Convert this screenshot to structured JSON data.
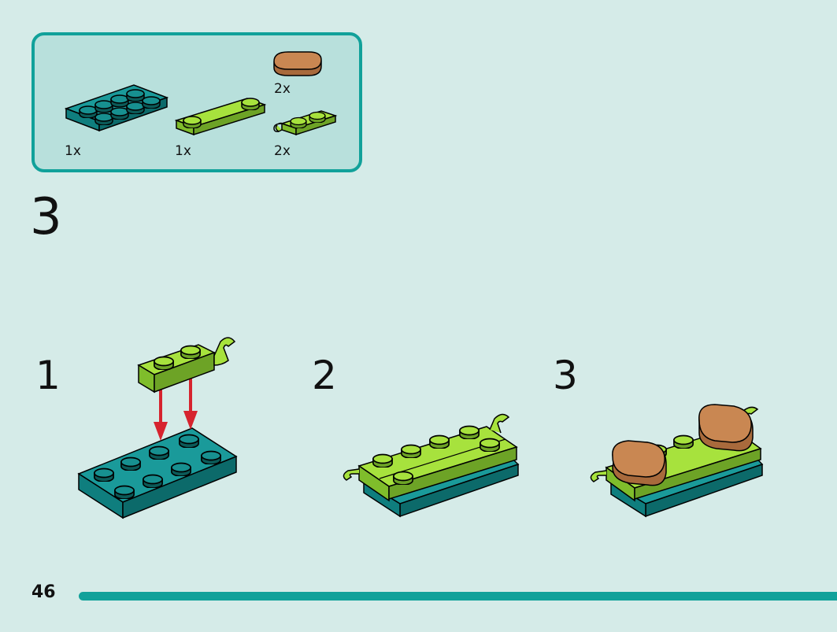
{
  "parts_list": {
    "items": [
      {
        "name": "teal 2x4 plate",
        "quantity": "1x",
        "color": "#1a9a9a"
      },
      {
        "name": "lime 1x4 plate",
        "quantity": "1x",
        "color": "#a7e23d"
      },
      {
        "name": "brown 1x2 round tile",
        "quantity": "2x",
        "color": "#c98752"
      },
      {
        "name": "lime 1x2 plate with clip",
        "quantity": "2x",
        "color": "#a7e23d"
      }
    ]
  },
  "step": {
    "number": "3"
  },
  "sub_steps": [
    {
      "number": "1"
    },
    {
      "number": "2"
    },
    {
      "number": "3"
    }
  ],
  "footer": {
    "page_number": "46"
  },
  "colors": {
    "accent": "#11a19a",
    "background": "#d5ebe8",
    "teal_brick": "#1a9a9a",
    "lime_brick": "#a7e23d",
    "brown_brick": "#c98752",
    "arrow": "#d6232e"
  }
}
